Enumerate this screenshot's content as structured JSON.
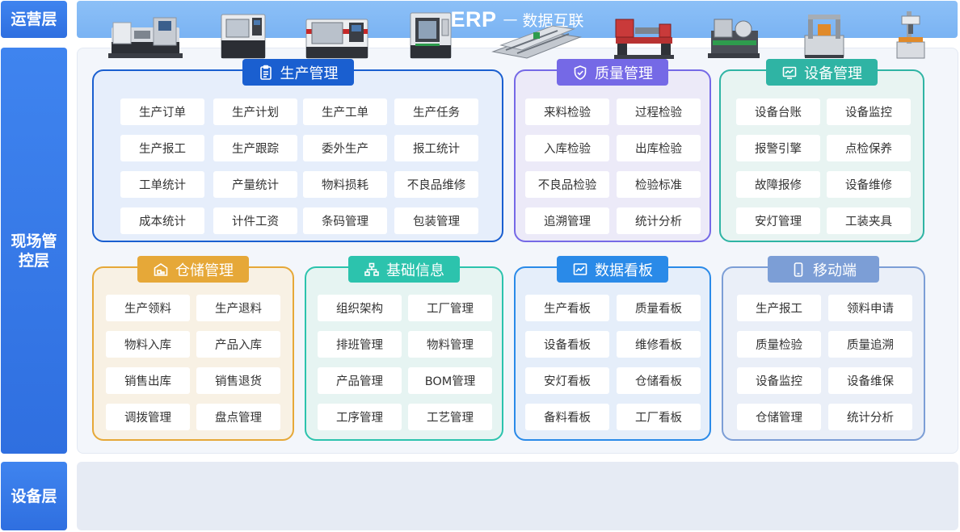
{
  "layers": {
    "operation": "运营层",
    "site": "现场管控层",
    "device": "设备层"
  },
  "erp": {
    "main": "ERP",
    "separator": "—",
    "subtitle": "数据互联"
  },
  "modules": {
    "production": {
      "title": "生产管理",
      "color": "#1a5fd0",
      "items": [
        "生产订单",
        "生产计划",
        "生产工单",
        "生产任务",
        "生产报工",
        "生产跟踪",
        "委外生产",
        "报工统计",
        "工单统计",
        "产量统计",
        "物料损耗",
        "不良品维修",
        "成本统计",
        "计件工资",
        "条码管理",
        "包装管理"
      ]
    },
    "quality": {
      "title": "质量管理",
      "color": "#7569e6",
      "items": [
        "来料检验",
        "过程检验",
        "入库检验",
        "出库检验",
        "不良品检验",
        "检验标准",
        "追溯管理",
        "统计分析"
      ]
    },
    "equipment": {
      "title": "设备管理",
      "color": "#2fb4a4",
      "items": [
        "设备台账",
        "设备监控",
        "报警引擎",
        "点检保养",
        "故障报修",
        "设备维修",
        "安灯管理",
        "工装夹具"
      ]
    },
    "warehouse": {
      "title": "仓储管理",
      "color": "#e6a838",
      "items": [
        "生产领料",
        "生产退料",
        "物料入库",
        "产品入库",
        "销售出库",
        "销售退货",
        "调拨管理",
        "盘点管理"
      ]
    },
    "basic": {
      "title": "基础信息",
      "color": "#2cc3ad",
      "items": [
        "组织架构",
        "工厂管理",
        "排班管理",
        "物料管理",
        "产品管理",
        "BOM管理",
        "工序管理",
        "工艺管理"
      ]
    },
    "dashboard": {
      "title": "数据看板",
      "color": "#2a8ae8",
      "items": [
        "生产看板",
        "质量看板",
        "设备看板",
        "维修看板",
        "安灯看板",
        "仓储看板",
        "备料看板",
        "工厂看板"
      ]
    },
    "mobile": {
      "title": "移动端",
      "color": "#7c9ed6",
      "items": [
        "生产报工",
        "领料申请",
        "质量检验",
        "质量追溯",
        "设备监控",
        "设备维保",
        "仓储管理",
        "统计分析"
      ]
    }
  },
  "devices": [
    "lathe-machine-icon",
    "cnc-lathe-icon",
    "cnc-lathe-red-icon",
    "vertical-machining-center-icon",
    "conveyor-line-icon",
    "engine-lathe-red-icon",
    "turning-center-icon",
    "assembly-station-icon",
    "laser-marking-icon"
  ]
}
